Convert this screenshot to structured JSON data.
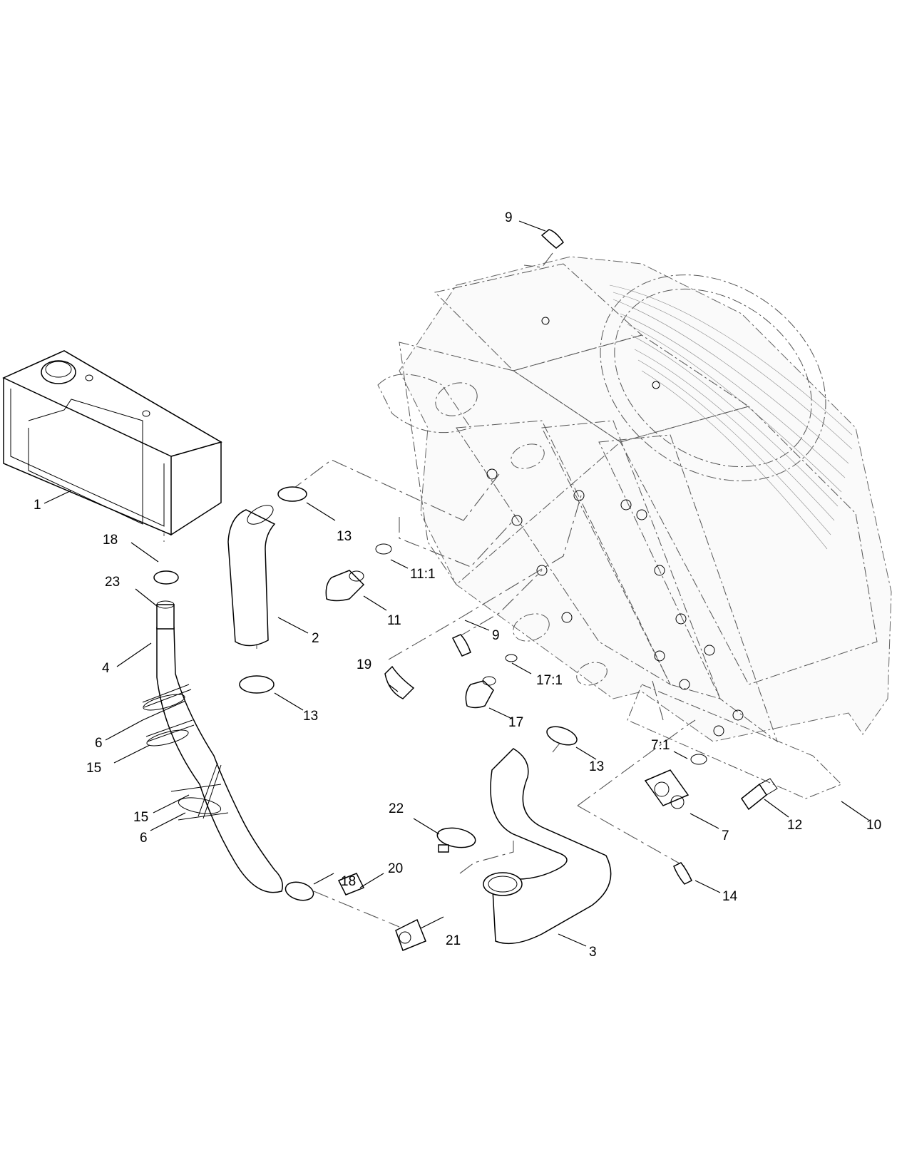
{
  "diagram": {
    "callouts": {
      "c1": "1",
      "c2": "2",
      "c3": "3",
      "c4": "4",
      "c6a": "6",
      "c6b": "6",
      "c7": "7",
      "c7_1": "7:1",
      "c9a": "9",
      "c9b": "9",
      "c10": "10",
      "c11": "11",
      "c11_1": "11:1",
      "c12": "12",
      "c13a": "13",
      "c13b": "13",
      "c13c": "13",
      "c14": "14",
      "c15a": "15",
      "c15b": "15",
      "c17": "17",
      "c17_1": "17:1",
      "c18a": "18",
      "c18b": "18",
      "c19": "19",
      "c20": "20",
      "c21": "21",
      "c22": "22",
      "c23": "23"
    }
  }
}
